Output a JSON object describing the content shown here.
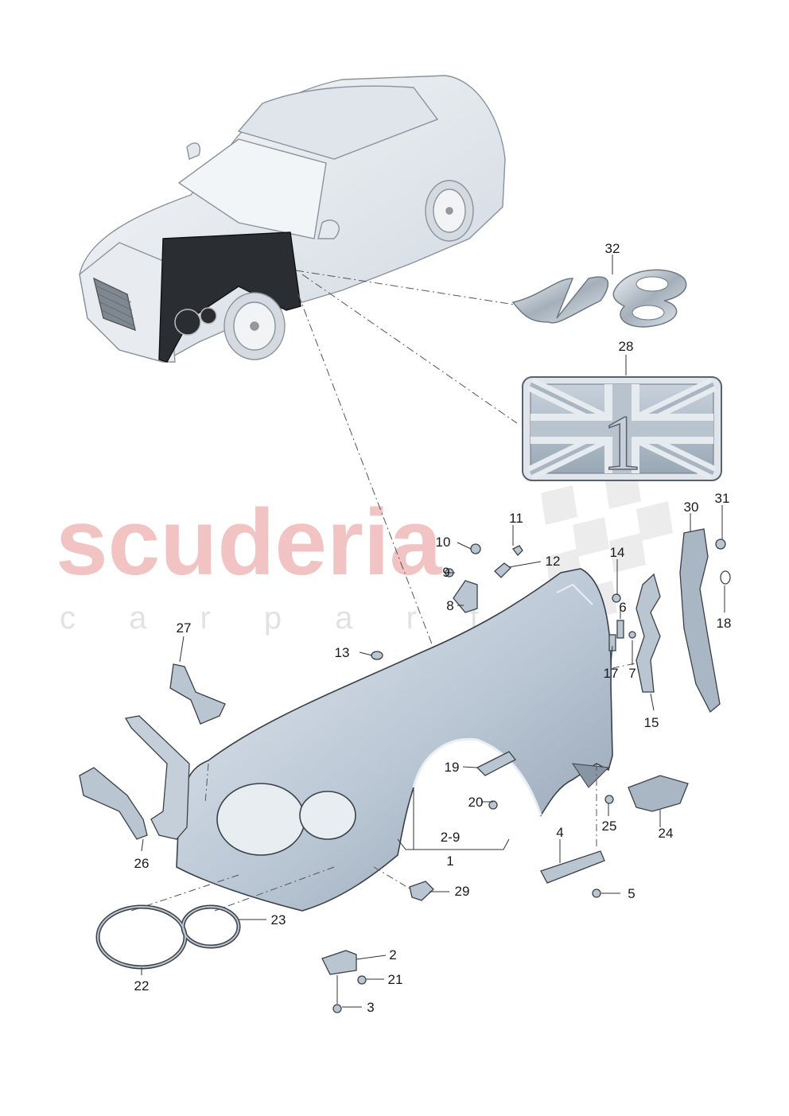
{
  "watermark": {
    "brand": "scuderia",
    "tagline": "c a r   p a r t s",
    "color": "#e8a7a7"
  },
  "palette": {
    "part_fill": "#b7c4d2",
    "part_stroke": "#3b4147",
    "fender_highlight": "#e3e9ef",
    "fender_dark": "#2a2d31",
    "leader": "#444444"
  },
  "callouts": [
    "1",
    "2-9",
    "2",
    "3",
    "4",
    "5",
    "6",
    "7",
    "8",
    "9",
    "10",
    "11",
    "12",
    "13",
    "14",
    "15",
    "17",
    "18",
    "19",
    "20",
    "21",
    "22",
    "23",
    "24",
    "25",
    "26",
    "27",
    "28",
    "29",
    "30",
    "31",
    "32"
  ],
  "badges": {
    "v8": "V8",
    "union_jack_number": "1"
  }
}
